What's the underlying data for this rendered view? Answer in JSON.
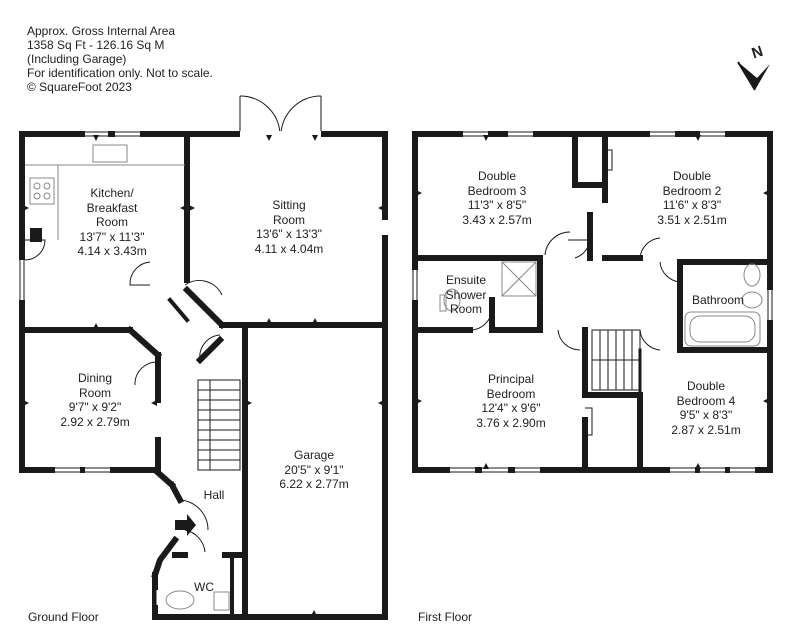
{
  "header": {
    "lines": [
      "Approx. Gross Internal Area",
      "1358 Sq Ft  -  126.16 Sq M",
      "(Including Garage)",
      "For identification only. Not to scale.",
      "© SquareFoot 2023"
    ]
  },
  "compass": {
    "letter": "N"
  },
  "floors": {
    "ground": {
      "label": "Ground Floor",
      "rooms": {
        "kitchen": {
          "name_lines": [
            "Kitchen/",
            "Breakfast",
            "Room"
          ],
          "imperial": "13'7\" x 11'3\"",
          "metric": "4.14 x 3.43m"
        },
        "sitting": {
          "name_lines": [
            "Sitting",
            "Room"
          ],
          "imperial": "13'6\" x 13'3\"",
          "metric": "4.11 x 4.04m"
        },
        "dining": {
          "name_lines": [
            "Dining",
            "Room"
          ],
          "imperial": "9'7\" x 9'2\"",
          "metric": "2.92 x 2.79m"
        },
        "garage": {
          "name": "Garage",
          "imperial": "20'5\" x 9'1\"",
          "metric": "6.22 x 2.77m"
        },
        "hall": {
          "name": "Hall"
        },
        "wc": {
          "name": "WC"
        }
      }
    },
    "first": {
      "label": "First Floor",
      "rooms": {
        "bedroom3": {
          "name_lines": [
            "Double",
            "Bedroom 3"
          ],
          "imperial": "11'3\" x 8'5\"",
          "metric": "3.43 x 2.57m"
        },
        "bedroom2": {
          "name_lines": [
            "Double",
            "Bedroom 2"
          ],
          "imperial": "11'6\" x 8'3\"",
          "metric": "3.51 x 2.51m"
        },
        "ensuite": {
          "name_lines": [
            "Ensuite",
            "Shower",
            "Room"
          ]
        },
        "bathroom": {
          "name": "Bathroom"
        },
        "principal": {
          "name_lines": [
            "Principal",
            "Bedroom"
          ],
          "imperial": "12'4\" x 9'6\"",
          "metric": "3.76 x 2.90m"
        },
        "bedroom4": {
          "name_lines": [
            "Double",
            "Bedroom 4"
          ],
          "imperial": "9'5\" x 8'3\"",
          "metric": "2.87 x 2.51m"
        }
      }
    }
  },
  "colors": {
    "wall": "#1a1a1a",
    "fixture": "#888888",
    "window": "#ffffff",
    "background": "#ffffff"
  }
}
